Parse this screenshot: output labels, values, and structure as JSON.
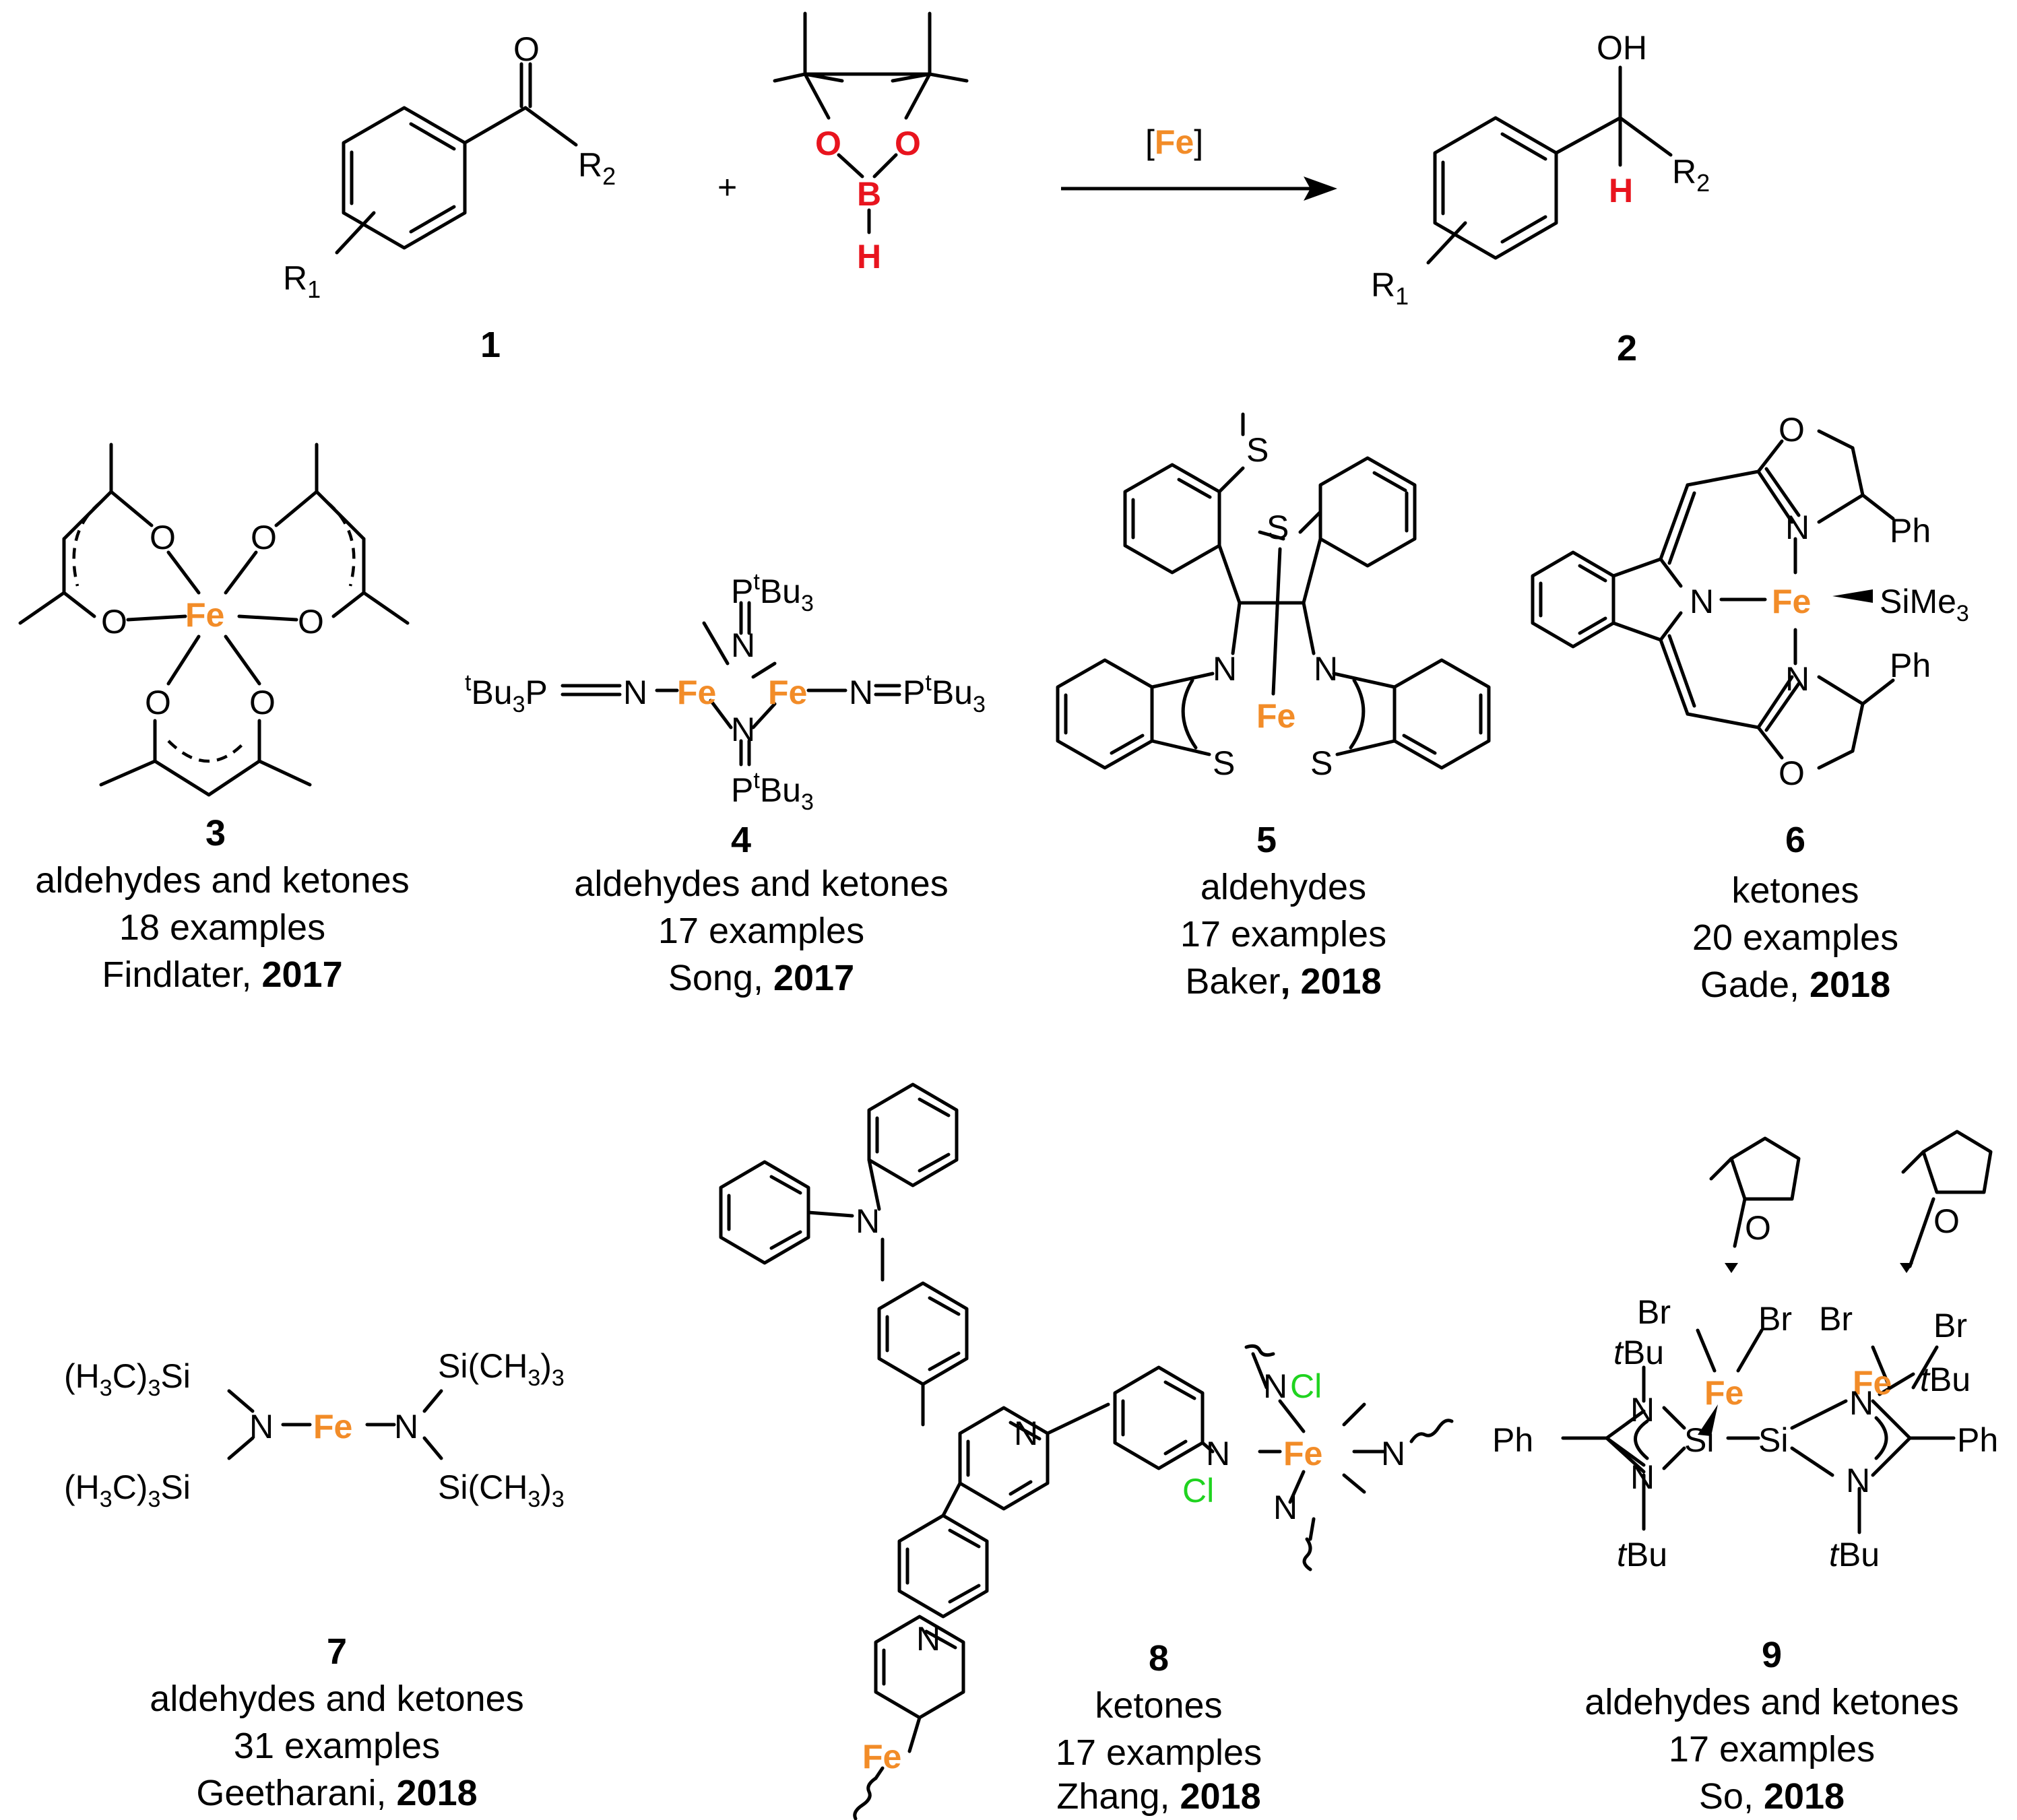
{
  "reaction": {
    "reactant_1": {
      "number": "1",
      "atoms": {
        "o": "O",
        "r2": "R",
        "r2_sub": "2",
        "r1": "R",
        "r1_sub": "1"
      }
    },
    "plus": "+",
    "reagent_hbpin": {
      "o1": "O",
      "o2": "O",
      "b": "B",
      "h": "H"
    },
    "catalyst": {
      "open": "[",
      "metal": "Fe",
      "close": "]"
    },
    "product_2": {
      "number": "2",
      "atoms": {
        "oh": "OH",
        "h": "H",
        "r2": "R",
        "r2_sub": "2",
        "r1": "R",
        "r1_sub": "1"
      }
    }
  },
  "colors": {
    "iron": "#f28c28",
    "hbpin": "#e8141e",
    "chlorine": "#1fd31f",
    "bond": "#000000"
  },
  "catalysts": [
    {
      "id": "3",
      "substrates": "aldehydes and ketones",
      "examples": "18 examples",
      "author": "Findlater, ",
      "year": "2017",
      "atoms": {
        "fe": "Fe",
        "o": "O"
      }
    },
    {
      "id": "4",
      "substrates": "aldehydes and ketones",
      "examples": "17 examples",
      "author": "Song, ",
      "year": "2017",
      "atoms": {
        "fe": "Fe",
        "n": "N",
        "p_left": "P",
        "tbu_pre": "t",
        "tbu3_left": "Bu",
        "three": "3",
        "p_sup": "t",
        "p_bu": "Bu",
        "p3": "3"
      }
    },
    {
      "id": "5",
      "substrates": "aldehydes",
      "examples": "17 examples",
      "author": "Baker",
      "year": ", 2018",
      "atoms": {
        "fe": "Fe",
        "n": "N",
        "s": "S"
      }
    },
    {
      "id": "6",
      "substrates": "ketones",
      "examples": "20 examples",
      "author": "Gade, ",
      "year": "2018",
      "atoms": {
        "fe": "Fe",
        "n": "N",
        "o": "O",
        "ph": "Ph",
        "sime3": "SiMe",
        "three": "3"
      }
    },
    {
      "id": "7",
      "substrates": "aldehydes and ketones",
      "examples": "31 examples",
      "author": "Geetharani, ",
      "year": "2018",
      "atoms": {
        "fe": "Fe",
        "n": "N",
        "si_left": "(H",
        "si_left_b": "C)",
        "si_left_c": "Si",
        "si_right": "Si(CH",
        "si_right_b": ")",
        "three": "3"
      }
    },
    {
      "id": "8",
      "substrates": "ketones",
      "examples": "17 examples",
      "author": "Zhang, ",
      "year": "2018",
      "atoms": {
        "fe": "Fe",
        "n": "N",
        "cl": "Cl"
      }
    },
    {
      "id": "9",
      "substrates": "aldehydes and ketones",
      "examples": "17 examples",
      "author": "So, ",
      "year": "2018",
      "atoms": {
        "fe": "Fe",
        "n": "N",
        "o": "O",
        "br": "Br",
        "si": "Si",
        "ph": "Ph",
        "t": "t",
        "bu": "Bu"
      }
    }
  ]
}
